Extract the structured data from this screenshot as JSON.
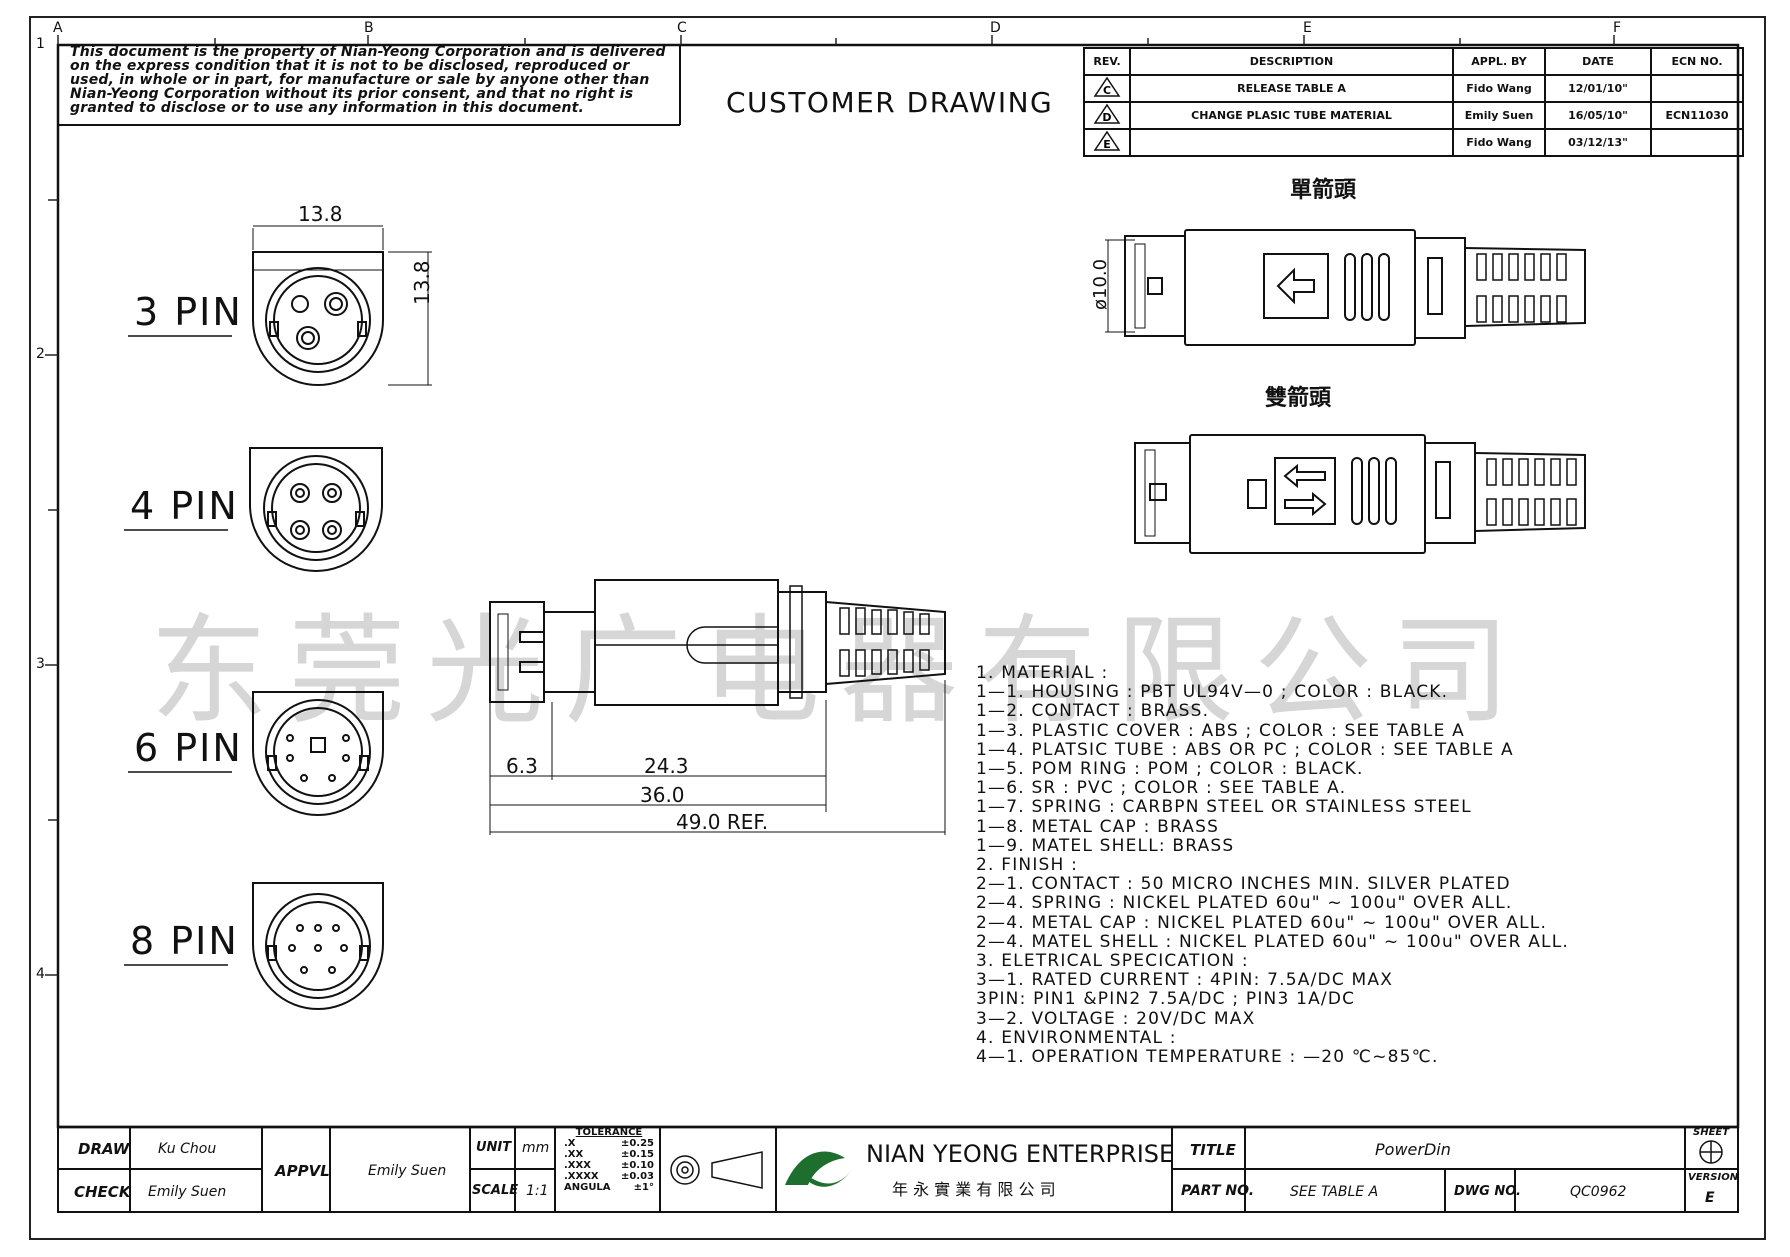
{
  "zone_labels": {
    "top": [
      "A",
      "B",
      "C",
      "D",
      "E",
      "F"
    ],
    "left": [
      "1",
      "2",
      "3",
      "4"
    ]
  },
  "notice_lines": [
    "This document is the property of Nian-Yeong Corporation and is delivered",
    "on   the   express  condition  that  it  is  not  to  be  disclosed,  reproduced  or",
    "used, in whole or in part, for manufacture or sale by anyone other than",
    "Nian-Yeong Corporation without   its prior consent, and that   no right   is",
    "granted to disclose or to use any information in this   document."
  ],
  "drawing_title": "CUSTOMER DRAWING",
  "revision_table": {
    "headers": [
      "REV.",
      "DESCRIPTION",
      "APPL. BY",
      "DATE",
      "ECN NO."
    ],
    "rows": [
      {
        "rev": "C",
        "description": "RELEASE TABLE A",
        "appl_by": "Fido Wang",
        "date": "12/01/10\"",
        "ecn": ""
      },
      {
        "rev": "D",
        "description": "CHANGE PLASIC TUBE MATERIAL",
        "appl_by": "Emily Suen",
        "date": "16/05/10\"",
        "ecn": "ECN11030"
      },
      {
        "rev": "E",
        "description": "",
        "appl_by": "Fido Wang",
        "date": "03/12/13\"",
        "ecn": ""
      }
    ]
  },
  "pin_views": [
    {
      "label": "3  PIN",
      "pins": 3
    },
    {
      "label": "4  PIN",
      "pins": 4
    },
    {
      "label": "6  PIN",
      "pins": 6
    },
    {
      "label": "8  PIN",
      "pins": 8
    }
  ],
  "dims": {
    "width": "13.8",
    "height": "13.8",
    "diameter": "ø10.0",
    "d1": "6.3",
    "d2": "24.3",
    "d3": "36.0",
    "d4": "49.0  REF."
  },
  "single_arrow_label": "單箭頭",
  "double_arrow_label": "雙箭頭",
  "watermark": "东莞光广电器有限公司",
  "notes": [
    "1.  MATERIAL  :",
    "   1—1.  HOUSING  :  PBT  UL94V—0  ;  COLOR  :  BLACK.",
    "   1—2.  CONTACT  :  BRASS.",
    "   1—3.  PLASTIC  COVER  :  ABS  ;  COLOR  :  SEE  TABLE  A",
    "   1—4.  PLATSIC  TUBE  :  ABS  OR  PC  ;  COLOR  :  SEE  TABLE  A",
    "   1—5.  POM  RING  :  POM  ;  COLOR  :  BLACK.",
    "   1—6.  SR  :  PVC  ;  COLOR  :  SEE  TABLE  A.",
    "   1—7.  SPRING  :  CARBPN  STEEL  OR  STAINLESS  STEEL",
    "   1—8.  METAL  CAP  :  BRASS",
    "   1—9.  MATEL  SHELL:  BRASS",
    "2.  FINISH  :",
    "    2—1.  CONTACT  :  50  MICRO  INCHES  MIN.  SILVER  PLATED",
    "    2—4.  SPRING  :  NICKEL  PLATED  60u\"  ~  100u\"  OVER  ALL.",
    "    2—4.  METAL  CAP  :  NICKEL  PLATED  60u\"  ~  100u\"  OVER  ALL.",
    "    2—4.  MATEL  SHELL  :  NICKEL  PLATED  60u\"  ~  100u\"  OVER  ALL.",
    "3.  ELETRICAL  SPECICATION  :",
    "    3—1.  RATED  CURRENT  :  4PIN:  7.5A/DC  MAX",
    "                                       3PIN:  PIN1  &PIN2  7.5A/DC  ;  PIN3  1A/DC",
    "    3—2.  VOLTAGE  :  20V/DC  MAX",
    "4.  ENVIRONMENTAL  :",
    "    4—1.  OPERATION  TEMPERATURE  :  —20  ℃~85℃."
  ],
  "title_block": {
    "draw_label": "DRAW",
    "draw_value": "Ku Chou",
    "check_label": "CHECK",
    "check_value": "Emily Suen",
    "appvl_label": "APPVL",
    "appvl_value": "Emily Suen",
    "unit_label": "UNIT",
    "unit_value": "mm",
    "scale_label": "SCALE",
    "scale_value": "1:1",
    "tolerance_title": "TOLERANCE",
    "tolerance_rows": [
      {
        "k": ".X",
        "v": "±0.25"
      },
      {
        "k": ".XX",
        "v": "±0.15"
      },
      {
        "k": ".XXX",
        "v": "±0.10"
      },
      {
        "k": ".XXXX",
        "v": "±0.03"
      },
      {
        "k": "ANGULA",
        "v": "±1°"
      }
    ],
    "company_en": "NIAN YEONG ENTERPRISE",
    "company_cn": "年 永 實 業 有 限 公 司",
    "title_label": "TITLE",
    "title_value": "PowerDin",
    "part_label": "PART NO.",
    "part_value": "SEE  TABLE  A",
    "dwg_label": "DWG NO.",
    "dwg_value": "QC0962",
    "sheet_label": "SHEET",
    "version_label": "VERSION",
    "version_value": "E"
  }
}
